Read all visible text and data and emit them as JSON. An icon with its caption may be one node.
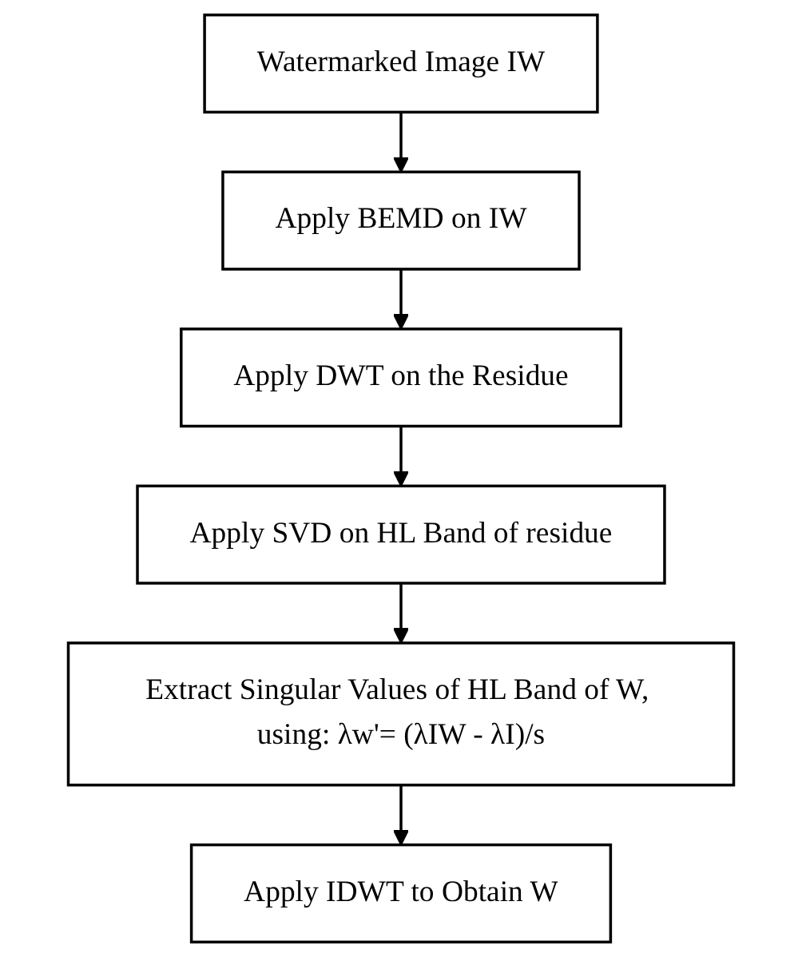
{
  "diagram": {
    "nodes": [
      {
        "text": [
          "Watermarked Image IW"
        ]
      },
      {
        "text": [
          "Apply BEMD on IW"
        ]
      },
      {
        "text": [
          "Apply DWT on the Residue"
        ]
      },
      {
        "text": [
          "Apply SVD on HL Band of residue"
        ]
      },
      {
        "text": [
          "Extract Singular Values of HL Band of W, using: λw'= (λIW - λI)/s"
        ]
      },
      {
        "text": [
          "Apply IDWT to Obtain W"
        ]
      }
    ],
    "edges": [
      {
        "from": 0,
        "to": 1,
        "arrow": "to"
      },
      {
        "from": 1,
        "to": 2,
        "arrow": "to"
      },
      {
        "from": 2,
        "to": 3,
        "arrow": "to"
      },
      {
        "from": 3,
        "to": 4,
        "arrow": "to"
      },
      {
        "from": 4,
        "to": 5,
        "arrow": "to"
      }
    ]
  }
}
